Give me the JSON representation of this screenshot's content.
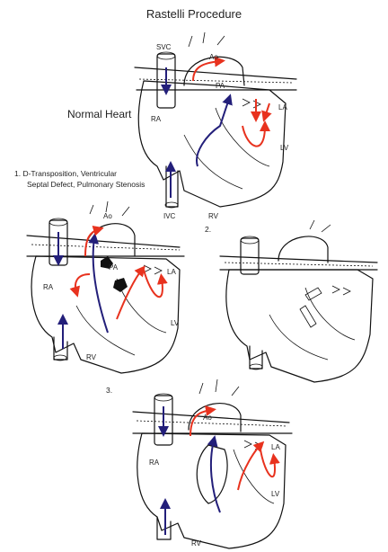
{
  "title": "Rastelli Procedure",
  "normal_heart": {
    "caption": "Normal Heart",
    "labels": {
      "svc": "SVC",
      "ao": "Ao",
      "pa": "PA",
      "ra": "RA",
      "la": "LA",
      "lv": "LV",
      "ivc": "IVC",
      "rv": "RV"
    }
  },
  "step1": {
    "caption_line1": "1. D-Transposition, Ventricular",
    "caption_line2": "Septal Defect, Pulmonary Stenosis",
    "labels": {
      "ao": "Ao",
      "pa": "PA",
      "ra": "RA",
      "la": "LA",
      "lv": "LV",
      "rv": "RV"
    }
  },
  "step2": {
    "number": "2."
  },
  "step3": {
    "number": "3.",
    "labels": {
      "ao": "Ao",
      "ra": "RA",
      "la": "LA",
      "lv": "LV",
      "rv": "RV"
    }
  },
  "colors": {
    "oxygenated": "#e8321e",
    "deoxygenated": "#231f7a"
  }
}
